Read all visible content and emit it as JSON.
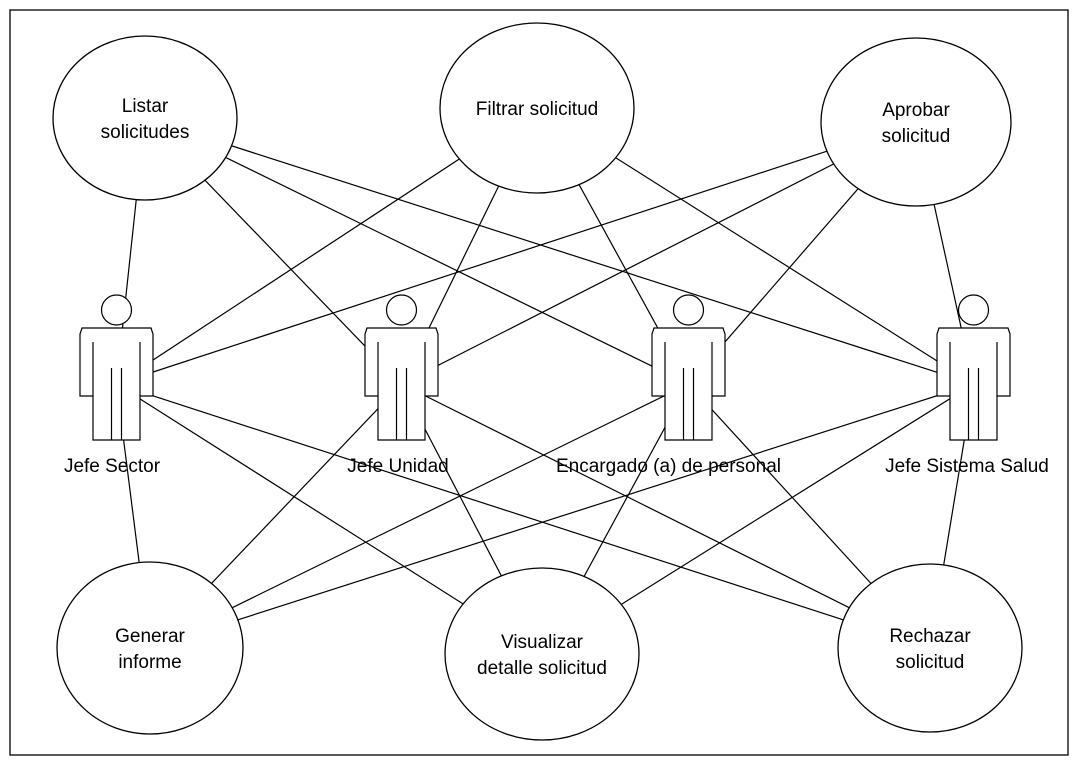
{
  "diagram": {
    "use_cases": [
      {
        "id": "listar",
        "lines": [
          "Listar",
          "solicitudes"
        ]
      },
      {
        "id": "filtrar",
        "lines": [
          "Filtrar solicitud"
        ]
      },
      {
        "id": "aprobar",
        "lines": [
          "Aprobar",
          "solicitud"
        ]
      },
      {
        "id": "generar",
        "lines": [
          "Generar",
          "informe"
        ]
      },
      {
        "id": "visualizar",
        "lines": [
          "Visualizar",
          "detalle solicitud"
        ]
      },
      {
        "id": "rechazar",
        "lines": [
          "Rechazar",
          "solicitud"
        ]
      }
    ],
    "actors": [
      {
        "id": "jefe-sector",
        "label": "Jefe Sector"
      },
      {
        "id": "jefe-unidad",
        "label": "Jefe Unidad"
      },
      {
        "id": "encargado",
        "label": "Encargado (a) de personal"
      },
      {
        "id": "jefe-sistema",
        "label": "Jefe Sistema Salud"
      }
    ],
    "associations": [
      [
        "jefe-sector",
        "listar"
      ],
      [
        "jefe-sector",
        "filtrar"
      ],
      [
        "jefe-sector",
        "aprobar"
      ],
      [
        "jefe-sector",
        "generar"
      ],
      [
        "jefe-sector",
        "visualizar"
      ],
      [
        "jefe-sector",
        "rechazar"
      ],
      [
        "jefe-unidad",
        "listar"
      ],
      [
        "jefe-unidad",
        "filtrar"
      ],
      [
        "jefe-unidad",
        "aprobar"
      ],
      [
        "jefe-unidad",
        "generar"
      ],
      [
        "jefe-unidad",
        "visualizar"
      ],
      [
        "jefe-unidad",
        "rechazar"
      ],
      [
        "encargado",
        "listar"
      ],
      [
        "encargado",
        "filtrar"
      ],
      [
        "encargado",
        "aprobar"
      ],
      [
        "encargado",
        "generar"
      ],
      [
        "encargado",
        "visualizar"
      ],
      [
        "encargado",
        "rechazar"
      ],
      [
        "jefe-sistema",
        "listar"
      ],
      [
        "jefe-sistema",
        "filtrar"
      ],
      [
        "jefe-sistema",
        "aprobar"
      ],
      [
        "jefe-sistema",
        "generar"
      ],
      [
        "jefe-sistema",
        "visualizar"
      ],
      [
        "jefe-sistema",
        "rechazar"
      ]
    ]
  }
}
